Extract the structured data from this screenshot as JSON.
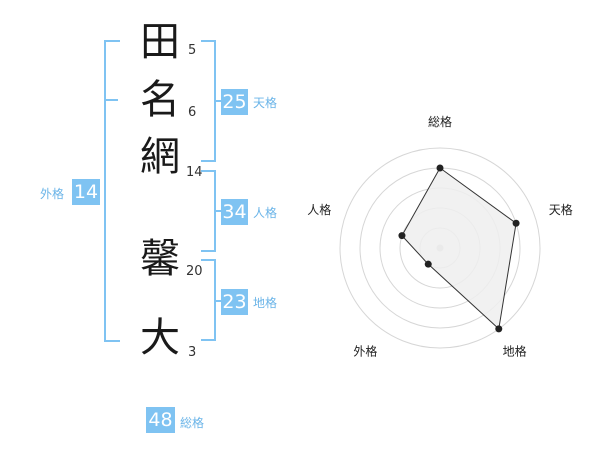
{
  "name_chars": [
    {
      "char": "田",
      "strokes": "5"
    },
    {
      "char": "名",
      "strokes": "6"
    },
    {
      "char": "網",
      "strokes": "14"
    },
    {
      "char": "馨",
      "strokes": "20"
    },
    {
      "char": "大",
      "strokes": "3"
    }
  ],
  "kaku": {
    "tenkaku": {
      "value": "25",
      "label": "天格"
    },
    "jinkaku": {
      "value": "34",
      "label": "人格"
    },
    "chikaku": {
      "value": "23",
      "label": "地格"
    },
    "gaikaku": {
      "value": "14",
      "label": "外格"
    },
    "soukaku": {
      "value": "48",
      "label": "総格"
    }
  },
  "colors": {
    "accent": "#7fc3f2",
    "text": "#1a1a1a",
    "radar_fill": "#efefef",
    "radar_stroke": "#333333"
  },
  "chart_data": {
    "type": "radar",
    "axes": [
      "総格",
      "天格",
      "地格",
      "外格",
      "人格"
    ],
    "values": [
      4,
      4,
      5,
      1,
      2
    ],
    "max": 5
  }
}
